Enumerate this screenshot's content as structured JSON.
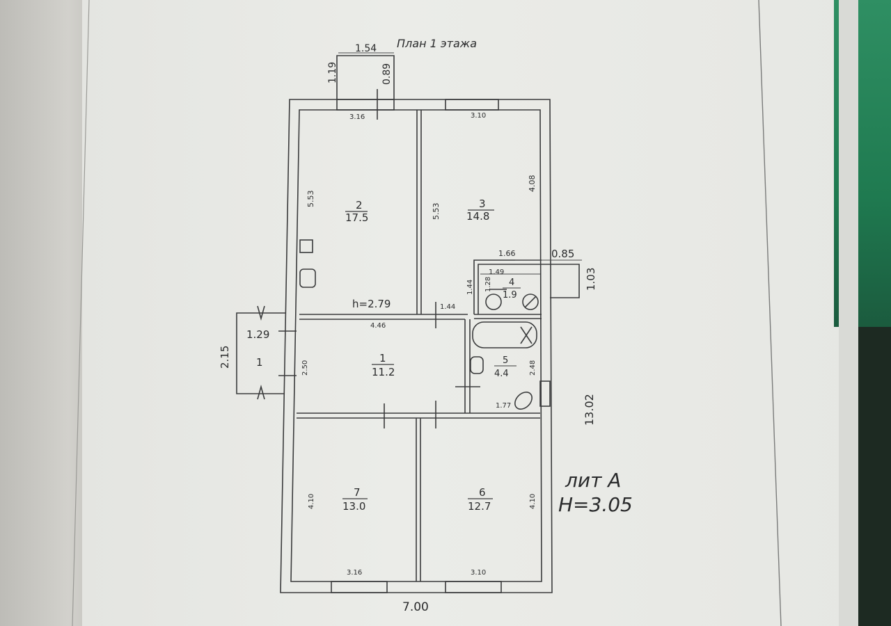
{
  "title": "План 1 этажа",
  "rooms": [
    {
      "number": "2",
      "area": "17.5"
    },
    {
      "number": "3",
      "area": "14.8"
    },
    {
      "number": "4",
      "area": "1.9"
    },
    {
      "number": "1",
      "area": "11.2"
    },
    {
      "number": "5",
      "area": "4.4"
    },
    {
      "number": "7",
      "area": "13.0"
    },
    {
      "number": "6",
      "area": "12.7"
    }
  ],
  "porches": [
    {
      "number": "1",
      "width": "1.29"
    }
  ],
  "dimensions": {
    "top_porch_width": "1.54",
    "top_porch_depth": "1.19",
    "top_porch_door": "0.89",
    "room2_width": "3.16",
    "room3_width": "3.10",
    "room2_length": "5.53",
    "room3_length_left": "5.53",
    "room3_length_right": "4.08",
    "room4_top": "1.66",
    "room4_inner": "1.49",
    "room4_left": "1.44",
    "room4_small": "1.28",
    "side_porch_width": "0.85",
    "side_porch_depth": "1.03",
    "ceiling": "h=2.79",
    "hall_opening": "1.44",
    "hall_width": "4.46",
    "hall_height": "2.50",
    "left_porch_height": "2.15",
    "left_porch_width": "1.29",
    "room5_height": "2.48",
    "room5_width": "1.77",
    "total_length": "13.02",
    "room7_length": "4.10",
    "room6_length": "4.10",
    "room7_width": "3.16",
    "room6_width": "3.10",
    "total_width": "7.00"
  },
  "label": {
    "lit": "лит А",
    "height": "Н=3.05"
  }
}
